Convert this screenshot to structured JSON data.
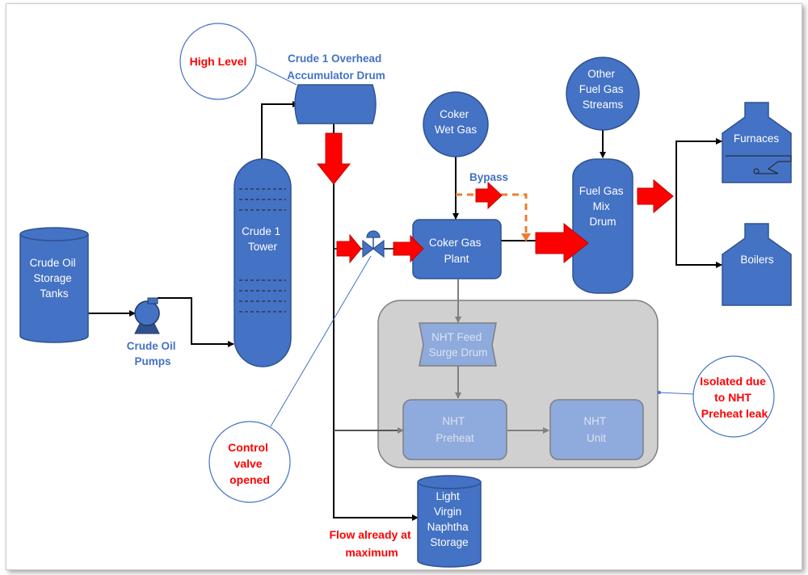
{
  "colors": {
    "equipment_fill": "#4472c4",
    "equipment_stroke": "#2f528f",
    "isolated_fill": "#d0d0d0",
    "isolated_stroke": "#7f7f7f",
    "isolated_unit_fill": "#8faadc",
    "isolated_text": "#dbe3f1",
    "flow_arrow": "#ff0000",
    "bypass_line": "#ed7d31",
    "callout_text": "#ff0000",
    "label_blue": "#4472c4"
  },
  "equipment": {
    "crude_storage": [
      "Crude Oil",
      "Storage",
      "Tanks"
    ],
    "crude_tower": [
      "Crude 1",
      "Tower"
    ],
    "coker_wet_gas": [
      "Coker",
      "Wet Gas"
    ],
    "coker_gas_plant": [
      "Coker Gas",
      "Plant"
    ],
    "other_fuel_gas": [
      "Other",
      "Fuel Gas",
      "Streams"
    ],
    "fuel_gas_drum": [
      "Fuel Gas",
      "Mix",
      "Drum"
    ],
    "furnaces": "Furnaces",
    "boilers": "Boilers",
    "nht_feed_drum": [
      "NHT Feed",
      "Surge Drum"
    ],
    "nht_preheat": [
      "NHT",
      "Preheat"
    ],
    "nht_unit": [
      "NHT",
      "Unit"
    ],
    "lvn_storage": [
      "Light",
      "Virgin",
      "Naphtha",
      "Storage"
    ]
  },
  "labels": {
    "crude_pumps": [
      "Crude Oil",
      "Pumps"
    ],
    "accumulator": [
      "Crude 1 Overhead",
      "Accumulator Drum"
    ],
    "bypass": "Bypass"
  },
  "callouts": {
    "high_level": "High Level",
    "control_valve": [
      "Control",
      "valve",
      "opened"
    ],
    "isolated": [
      "Isolated due",
      "to NHT",
      "Preheat leak"
    ],
    "flow_max": [
      "Flow already at",
      "maximum"
    ]
  }
}
